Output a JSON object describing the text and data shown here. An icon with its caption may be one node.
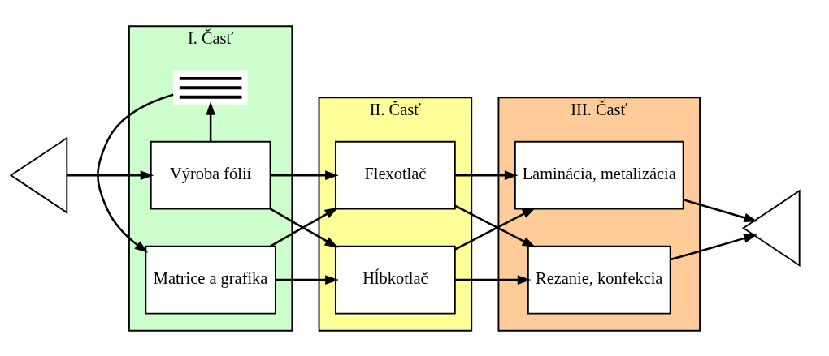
{
  "diagram": {
    "nodes": [
      {
        "text": [],
        "shape": "triangle"
      },
      {
        "text": [
          "I. Časť"
        ]
      },
      {
        "text": [
          "Výroba fólií"
        ],
        "in": 1
      },
      {
        "text": [],
        "shape": "bar",
        "in": 1
      },
      {
        "text": [
          "Matrice a grafika"
        ],
        "in": 1
      },
      {
        "text": [
          "II. Časť"
        ]
      },
      {
        "text": [
          "Flexotlač"
        ],
        "in": 5
      },
      {
        "text": [
          "Hĺbkotlač"
        ],
        "in": 5
      },
      {
        "text": [
          "III. Časť"
        ]
      },
      {
        "text": [
          "Laminácia, metalizácia"
        ],
        "in": 8
      },
      {
        "text": [
          "Rezanie, konfekcia"
        ],
        "in": 8
      },
      {
        "text": [],
        "shape": "triangle"
      }
    ],
    "edges": [
      {
        "from": 0,
        "to": 2,
        "arrow": "to"
      },
      {
        "from": 2,
        "to": 6,
        "arrow": "to"
      },
      {
        "from": 2,
        "to": 7,
        "arrow": "to"
      },
      {
        "from": 2,
        "to": 3,
        "arrow": "to"
      },
      {
        "from": 3,
        "to": 4,
        "arrow": "to"
      },
      {
        "from": 4,
        "to": 6,
        "arrow": "to"
      },
      {
        "from": 4,
        "to": 7,
        "arrow": "to"
      },
      {
        "from": 6,
        "to": 9,
        "arrow": "to"
      },
      {
        "from": 6,
        "to": 10,
        "arrow": "to"
      },
      {
        "from": 7,
        "to": 9,
        "arrow": "to"
      },
      {
        "from": 7,
        "to": 10,
        "arrow": "to"
      },
      {
        "from": 9,
        "to": 11,
        "arrow": "to"
      },
      {
        "from": 10,
        "to": 11,
        "arrow": "to"
      }
    ]
  }
}
